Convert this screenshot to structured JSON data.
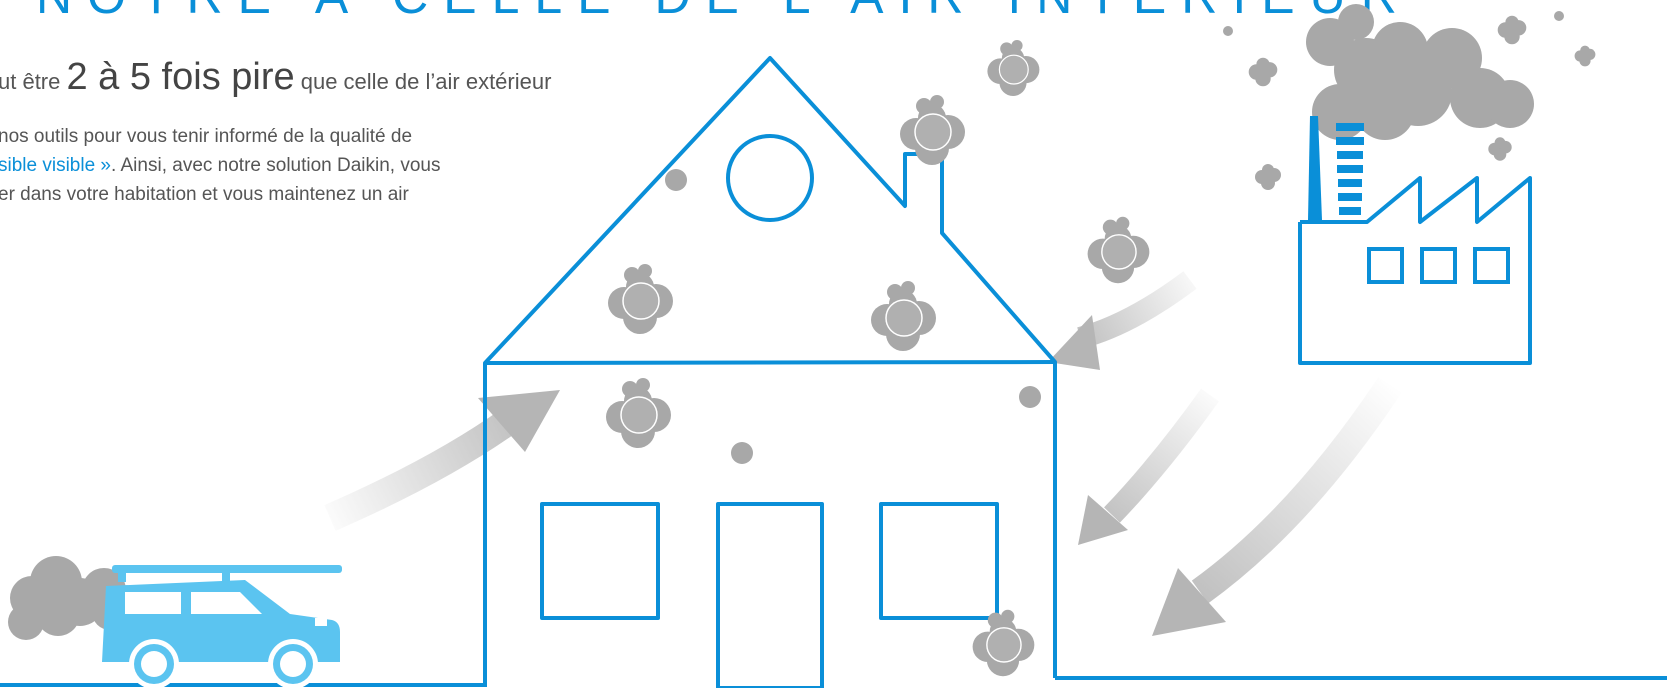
{
  "title": "NOTRE À CELLE DE L'AIR INTÉRIEUR",
  "lead": {
    "before": "ut être ",
    "emphasis": "2 à 5 fois pire",
    "after": " que celle de l’air extérieur"
  },
  "paragraph": {
    "line1": "nos outils pour vous tenir informé de la qualité de",
    "line2_highlight": "sible visible »",
    "line2_rest": ". Ainsi, avec notre solution Daikin, vous",
    "line3": "er dans votre habitation et vous maintenez un air"
  },
  "colors": {
    "accent": "#0a8fd8",
    "car": "#5bc4f0",
    "smoke": "#a8a8a8",
    "arrow": "#b5b5b5",
    "text": "#555555"
  },
  "icons": [
    "house-illustration",
    "factory-illustration",
    "car-illustration",
    "pollution-cloud-icon",
    "arrow-icon"
  ]
}
